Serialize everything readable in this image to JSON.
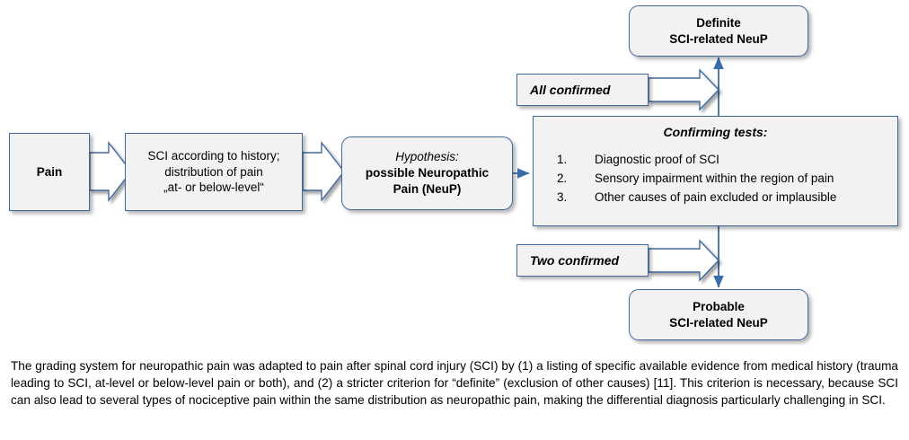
{
  "diagram": {
    "nodes": {
      "pain": {
        "lines": [
          "Pain"
        ]
      },
      "sci_history": {
        "lines": [
          "SCI according to history;",
          "distribution of pain",
          "„at- or below-level“"
        ]
      },
      "hypothesis": {
        "title": "Hypothesis:",
        "lines": [
          "possible Neuropathic",
          "Pain (NeuP)"
        ]
      },
      "definite": {
        "lines": [
          "Definite",
          "SCI-related NeuP"
        ]
      },
      "probable": {
        "lines": [
          "Probable",
          "SCI-related NeuP"
        ]
      }
    },
    "tests": {
      "title": "Confirming tests:",
      "items": [
        {
          "num": "1.",
          "text": "Diagnostic proof of SCI"
        },
        {
          "num": "2.",
          "text": "Sensory impairment within the region of pain"
        },
        {
          "num": "3.",
          "text": "Other causes of pain excluded or implausible"
        }
      ]
    },
    "labels": {
      "all_confirmed": "All confirmed",
      "two_confirmed": "Two confirmed"
    },
    "colors": {
      "box_border": "#41699c",
      "box_fill": "#f2f2f2",
      "connector": "#3b6ca8",
      "arrow_fill": "#ffffff"
    }
  },
  "caption": {
    "text": "The grading system for neuropathic pain was adapted to pain after spinal cord injury (SCI) by (1) a listing of specific available evidence from medical history (trauma leading to SCI, at-level or below-level pain or both), and (2) a stricter criterion for “definite” (exclusion of other causes) [11]. This criterion is necessary, because SCI can also lead to several types of nociceptive pain within the same distribution as neuropathic pain, making the differential diagnosis particularly challenging in SCI."
  }
}
